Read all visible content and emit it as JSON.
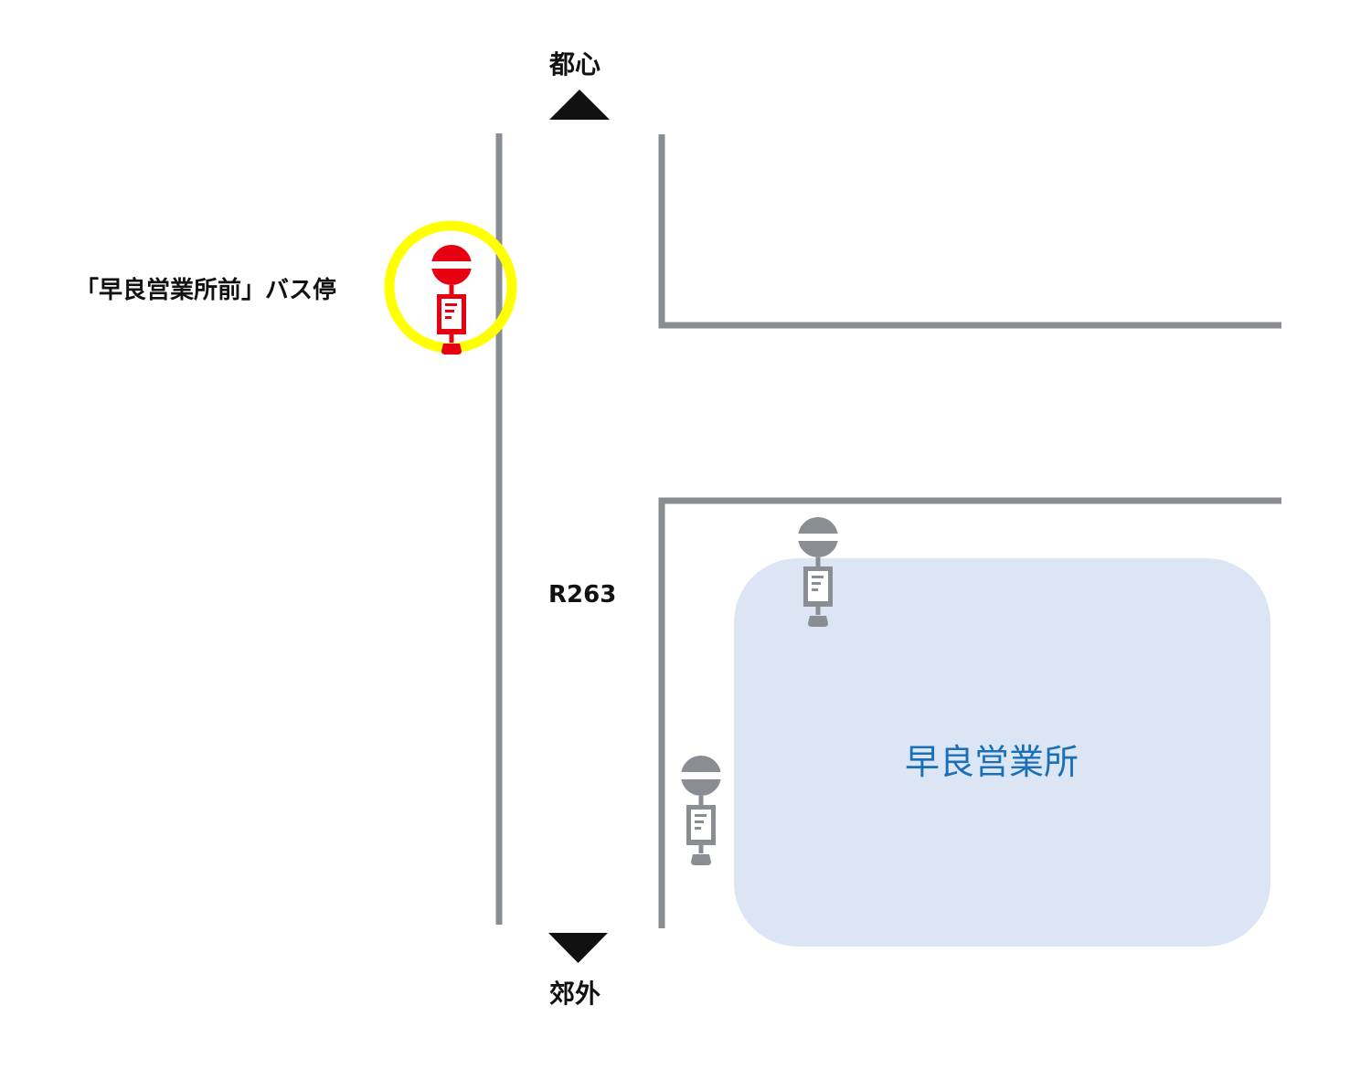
{
  "map": {
    "direction_north": "都心",
    "direction_south": "郊外",
    "road_name": "R263",
    "highlighted_stop_label": "「早良営業所前」バス停",
    "office_name": "早良営業所"
  },
  "colors": {
    "road_line": "#8a8d91",
    "arrow": "#111111",
    "highlight_ring": "#ffff00",
    "highlight_stop": "#e60012",
    "other_stop": "#8a8d91",
    "office_area": "#dce5f4",
    "office_text": "#1a70b8",
    "label_text": "#111111"
  },
  "icons": {
    "direction_up": "triangle-up-icon",
    "direction_down": "triangle-down-icon",
    "bus_stop": "bus-stop-icon"
  }
}
